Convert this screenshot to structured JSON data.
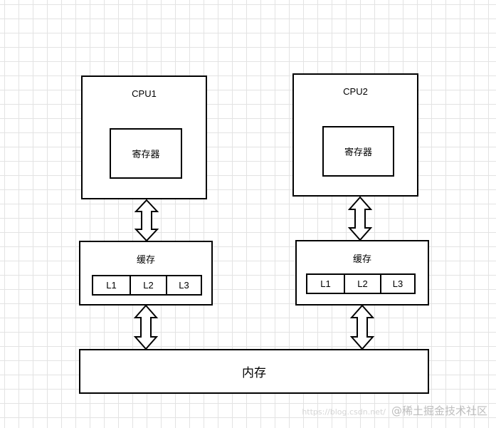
{
  "cpu1": {
    "title": "CPU1",
    "register": "寄存器"
  },
  "cpu2": {
    "title": "CPU2",
    "register": "寄存器"
  },
  "cache1": {
    "title": "缓存",
    "levels": [
      "L1",
      "L2",
      "L3"
    ]
  },
  "cache2": {
    "title": "缓存",
    "levels": [
      "L1",
      "L2",
      "L3"
    ]
  },
  "memory": {
    "title": "内存"
  },
  "watermark": {
    "url": "https://blog.csdn.net/",
    "brand": "@稀土掘金技术社区"
  },
  "colors": {
    "stroke": "#000000",
    "grid": "#e3e3e3",
    "background": "#ffffff",
    "watermark": "#bdbdbd"
  }
}
